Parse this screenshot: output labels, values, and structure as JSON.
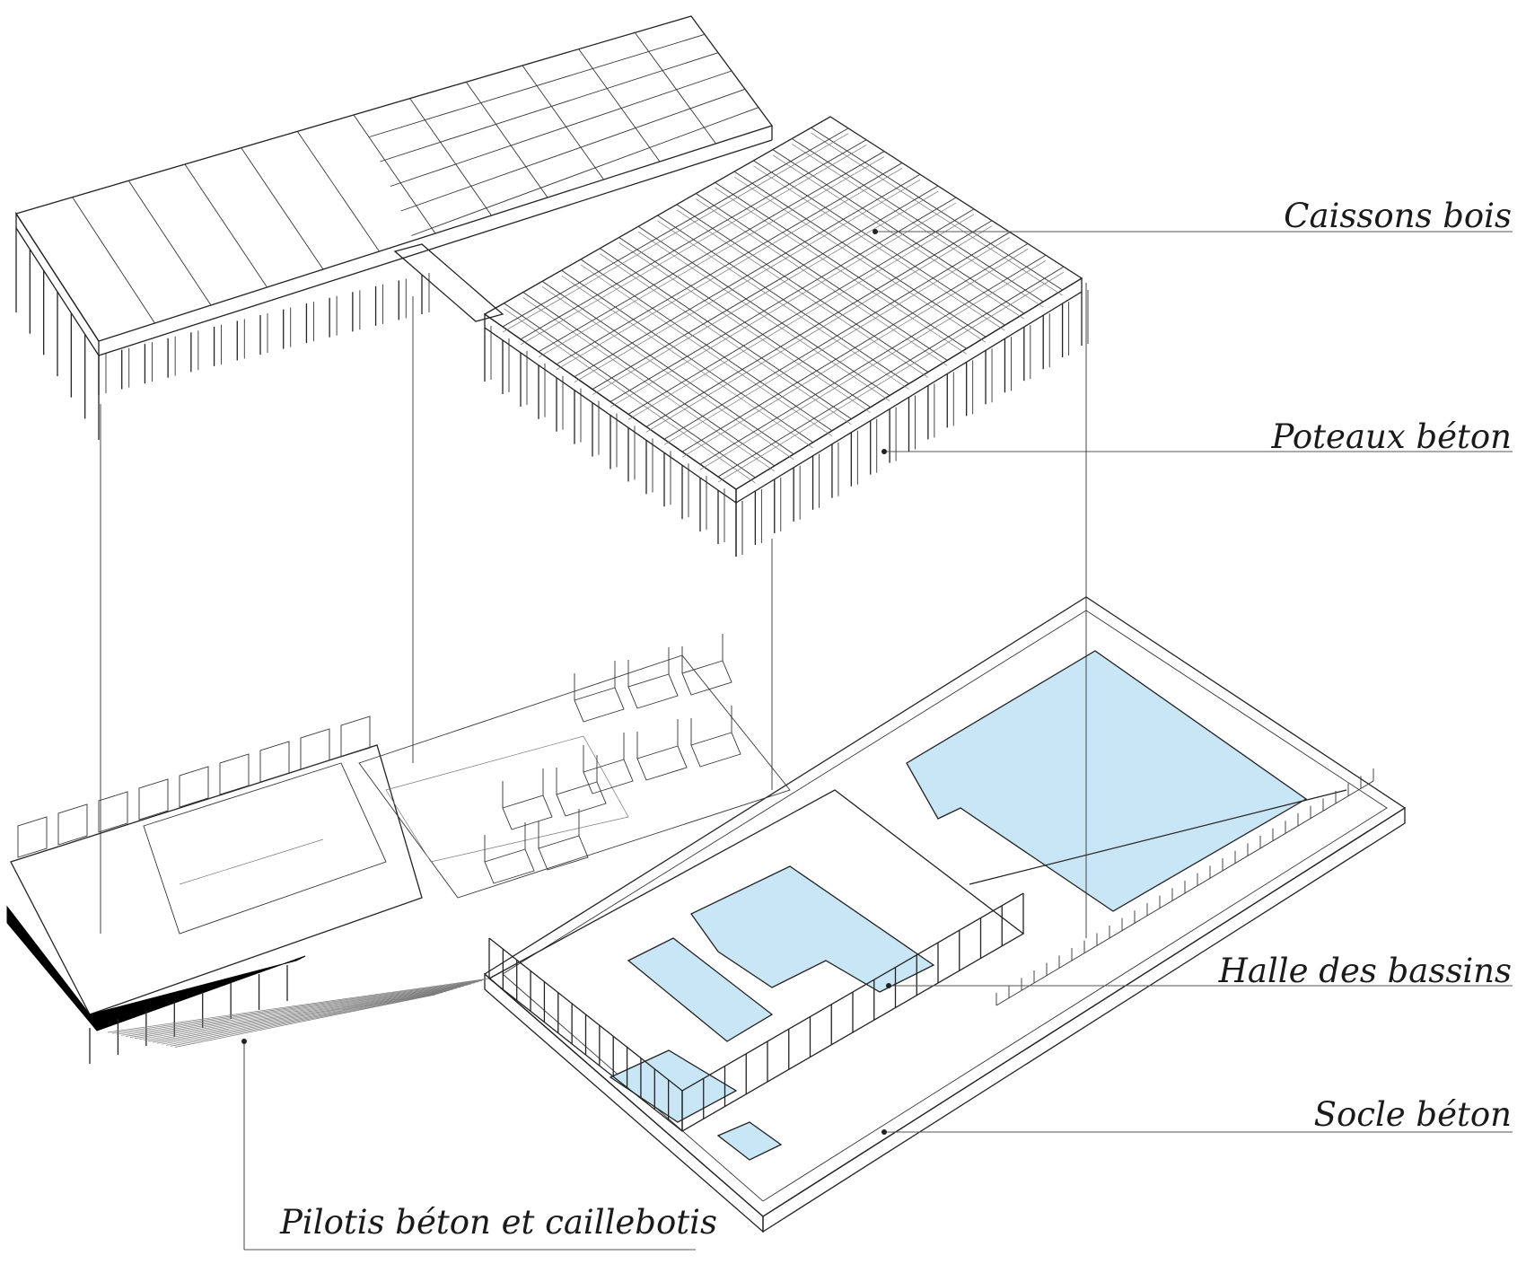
{
  "labels": {
    "caissons": "Caissons bois",
    "poteaux": "Poteaux béton",
    "halle": "Halle des bassins",
    "socle": "Socle béton",
    "pilotis": "Pilotis béton et caillebotis"
  },
  "colors": {
    "line": "#222222",
    "pool_water": "#c9e6f6",
    "base_shadow": "#000000",
    "background": "#ffffff"
  }
}
